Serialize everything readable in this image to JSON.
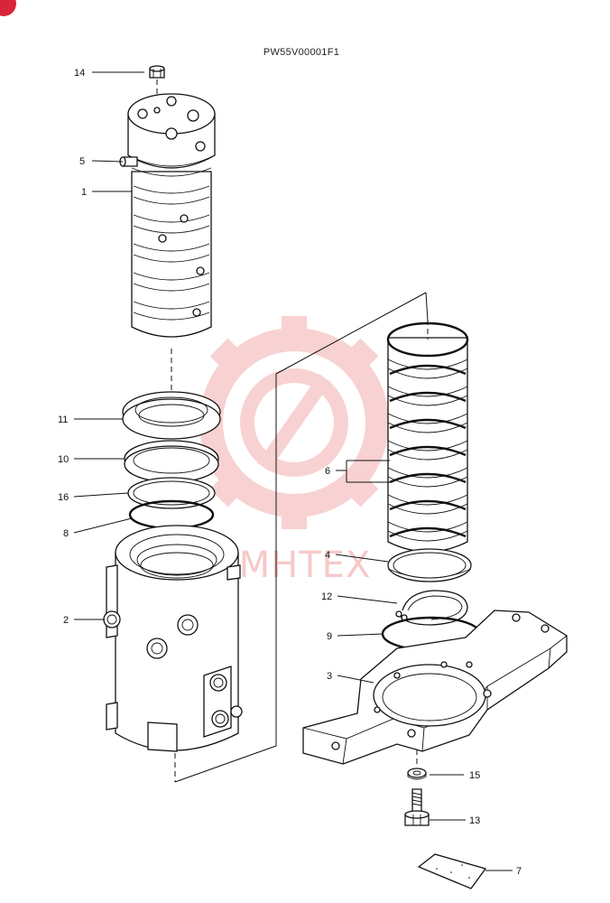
{
  "diagram_code": "PW55V00001F1",
  "watermark_text": "MHTEX",
  "colors": {
    "line": "#111111",
    "watermark": "#f4b7b7",
    "corner_badge": "#d9243a"
  },
  "callouts": [
    {
      "id": "14",
      "label": "14"
    },
    {
      "id": "5",
      "label": "5"
    },
    {
      "id": "1",
      "label": "1"
    },
    {
      "id": "11",
      "label": "11"
    },
    {
      "id": "10",
      "label": "10"
    },
    {
      "id": "16",
      "label": "16"
    },
    {
      "id": "8",
      "label": "8"
    },
    {
      "id": "2",
      "label": "2"
    },
    {
      "id": "6",
      "label": "6"
    },
    {
      "id": "4",
      "label": "4"
    },
    {
      "id": "12",
      "label": "12"
    },
    {
      "id": "9",
      "label": "9"
    },
    {
      "id": "3",
      "label": "3"
    },
    {
      "id": "15",
      "label": "15"
    },
    {
      "id": "13",
      "label": "13"
    },
    {
      "id": "7",
      "label": "7"
    }
  ]
}
